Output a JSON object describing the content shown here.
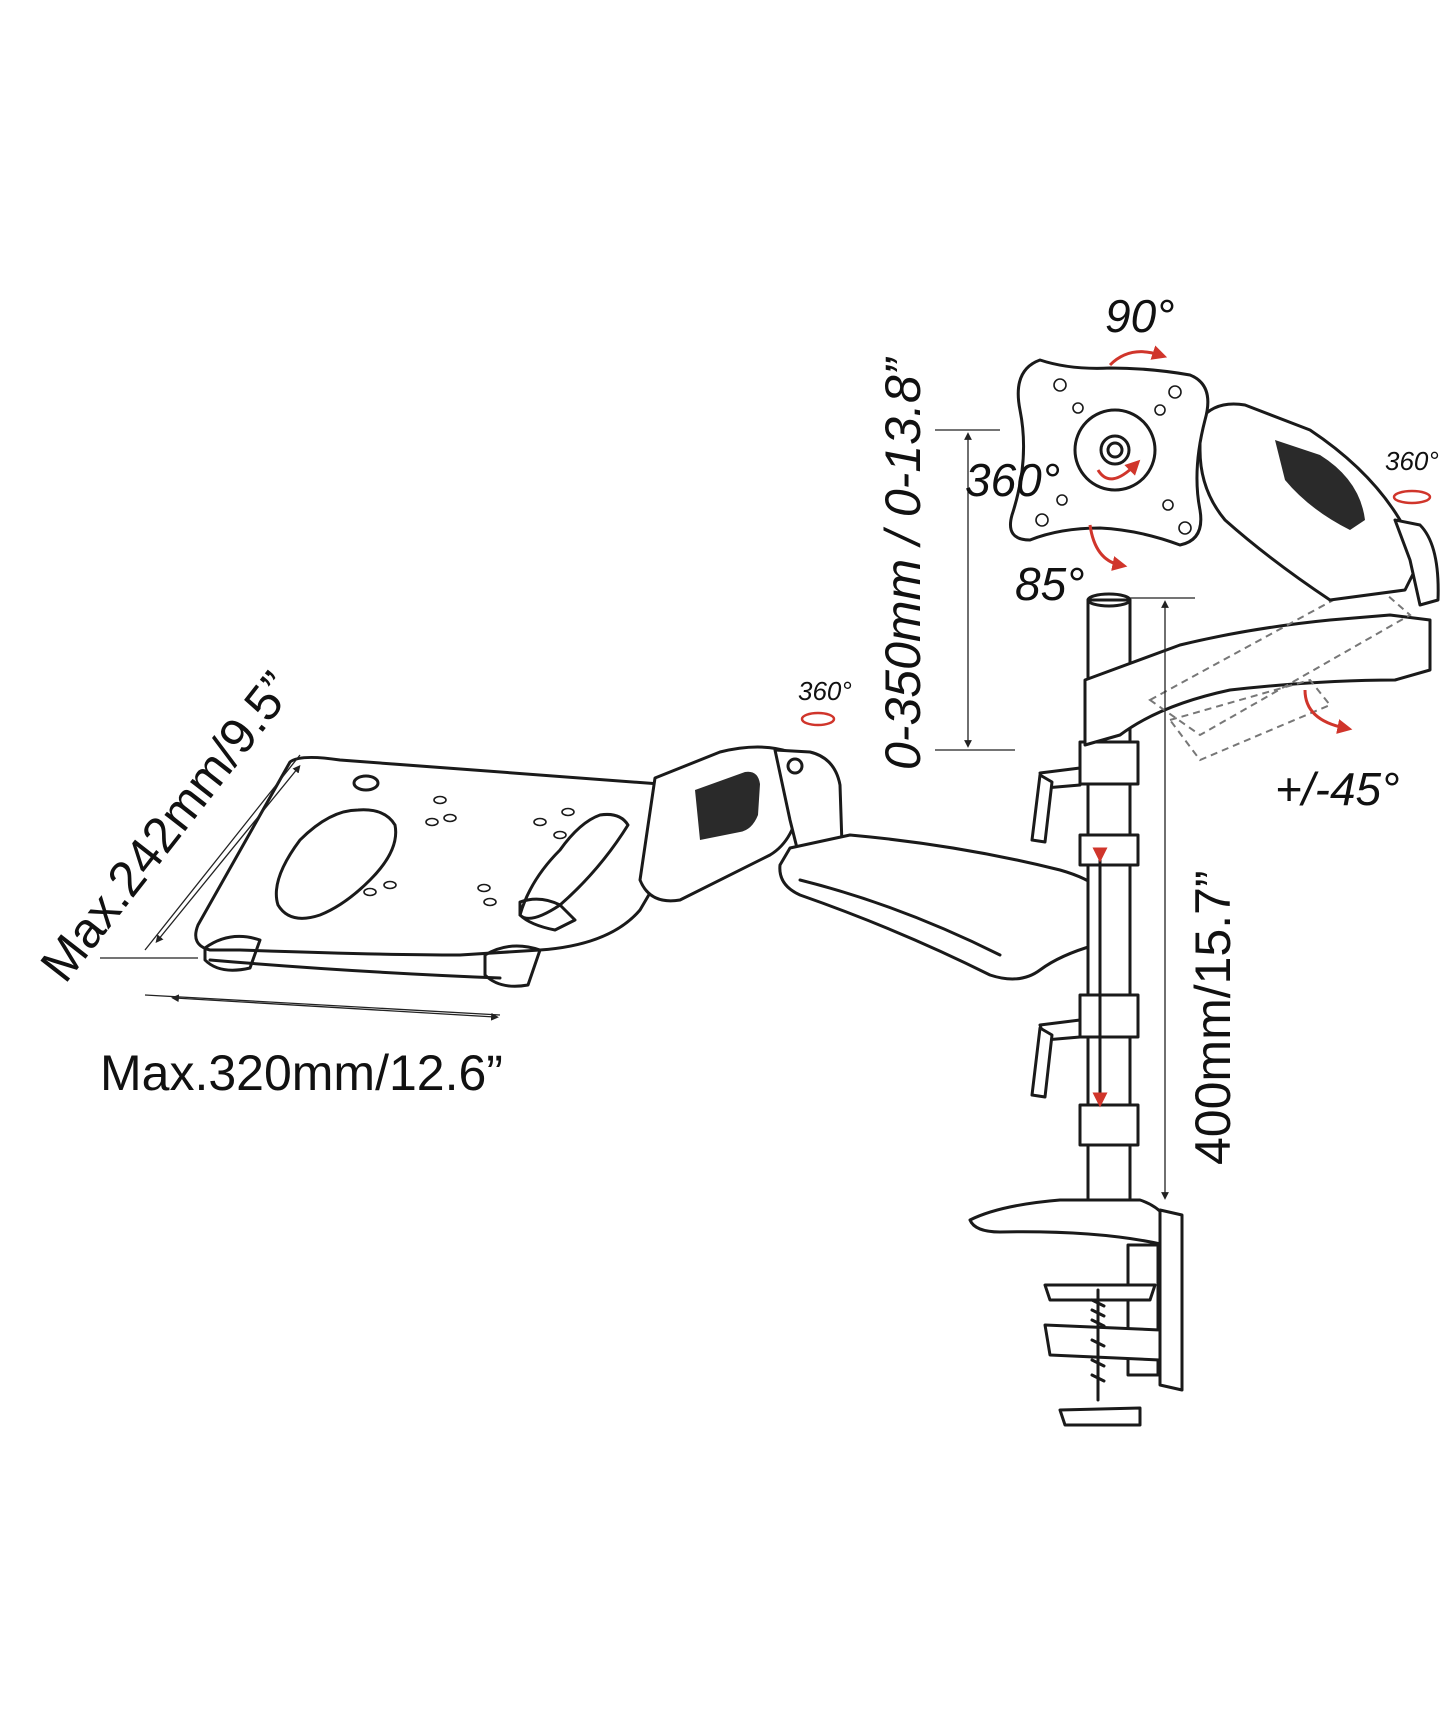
{
  "labels": {
    "tray_width": "Max.320mm/12.6”",
    "tray_depth": "Max.242mm/9.5”",
    "height_adjust": "0-350mm / 0-13.8”",
    "pole_height": "400mm/15.7”",
    "rotate_90": "90°",
    "rotate_360_vesa": "360°",
    "tilt_85": "85°",
    "swivel_360_top": "360°",
    "swivel_360_laptop": "360°",
    "tilt_45": "+/-45°"
  },
  "colors": {
    "line": "#1a1a1a",
    "rotation_arrow": "#d0352b",
    "background": "#ffffff"
  },
  "icons": [
    "rotation-arrow-icon",
    "dimension-arrow-icon"
  ]
}
